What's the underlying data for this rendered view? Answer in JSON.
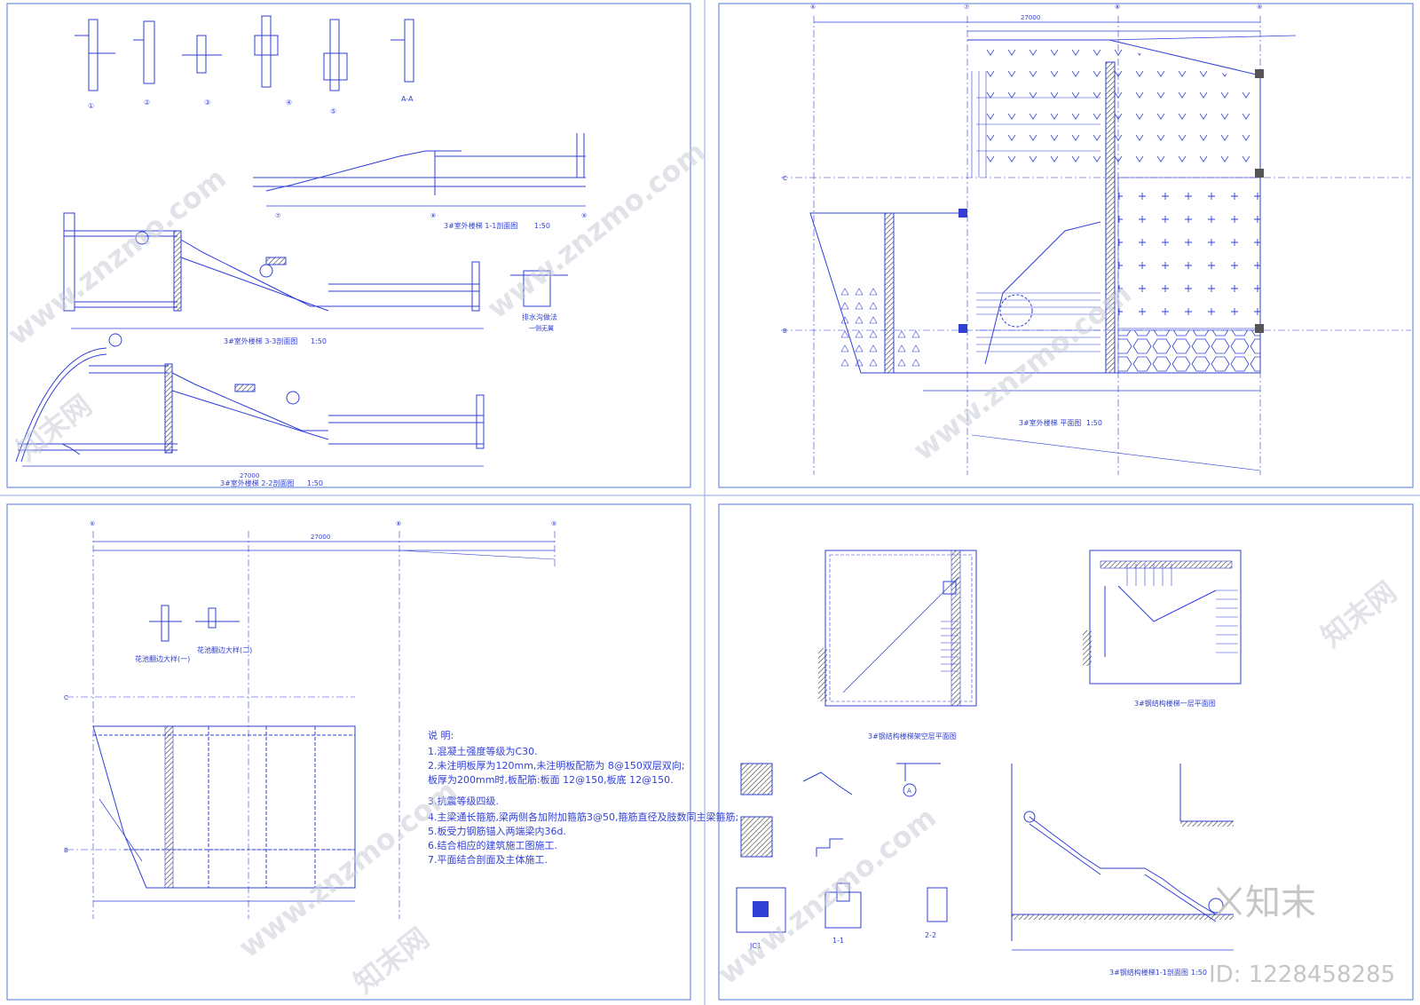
{
  "sheets": {
    "p1": {
      "details": [
        "①",
        "②",
        "③",
        "④",
        "⑤",
        "A-A"
      ],
      "section_1_title": "3#室外楼梯 1-1剖面图",
      "section_1_scale": "1:50",
      "section_3_title": "3#室外楼梯 3-3剖面图",
      "section_3_scale": "1:50",
      "section_2_title": "3#室外楼梯 2-2剖面图",
      "section_2_scale": "1:50",
      "drain_label": "排水沟做法",
      "drain_sub": "一侧无翼",
      "axis_7": "⑦",
      "axis_8": "⑧",
      "axis_9": "⑨",
      "dim_total": "27000"
    },
    "p2": {
      "plan_title": "3#室外楼梯 平面图",
      "plan_scale": "1:50",
      "axis_6": "⑥",
      "axis_7": "⑦",
      "axis_8": "⑧",
      "axis_9": "⑨",
      "axis_c": "C",
      "axis_b": "B",
      "dim_total": "27000"
    },
    "p3": {
      "detail_1": "花池翻边大样(一)",
      "detail_2": "花池翻边大样(二)",
      "notes_title": "说 明:",
      "notes": [
        "1.混凝土强度等级为C30.",
        "2.未注明板厚为120mm,未注明板配筋为 8@150双层双向;",
        "  板厚为200mm时,板配筋:板面 12@150,板底 12@150.",
        "3.抗震等级四级.",
        "4.主梁通长箍筋,梁两侧各加附加箍筋3@50,箍筋直径及肢数同主梁箍筋;",
        "5.板受力钢筋锚入两端梁内36d.",
        "6.结合相应的建筑施工图施工.",
        "7.平面结合剖面及主体施工."
      ],
      "axis_6": "⑥",
      "axis_8": "⑧",
      "axis_9": "⑨",
      "axis_c": "C",
      "axis_b": "B",
      "dim_total": "27000"
    },
    "p4": {
      "plan_1_title": "3#钢结构楼梯架空层平面图",
      "plan_2_title": "3#钢结构楼梯一层平面图",
      "section_title": "3#钢结构楼梯1-1剖面图",
      "section_scale": "1:50",
      "jc1": "JC1",
      "cut_11": "1-1",
      "cut_22": "2-2",
      "mark_a": "A"
    }
  },
  "watermark": "www.znzmo.com",
  "watermark_cn": "知末网",
  "brand": {
    "logo_text": "知末",
    "id_text": "ID: 1228458285"
  },
  "colors": {
    "line": "#2f3fd6",
    "frame": "#6f8fe0",
    "hatch": "#3a3a3a",
    "watermark": "#c9cdd8",
    "brand": "#c6c6c6"
  }
}
